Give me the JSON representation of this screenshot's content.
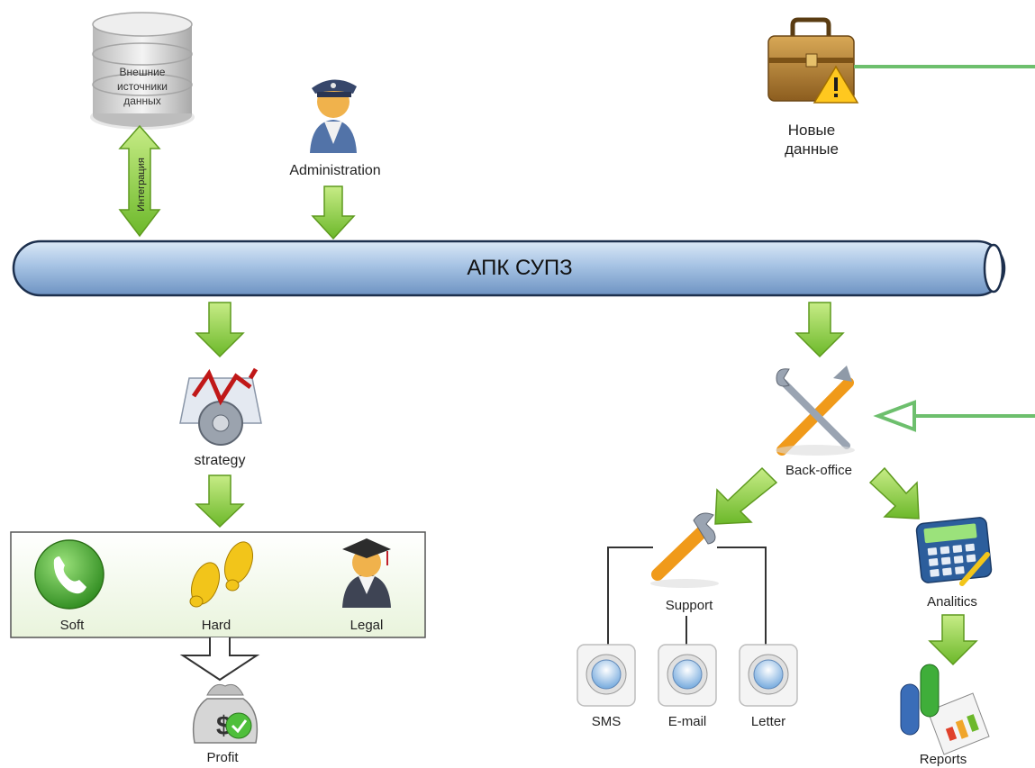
{
  "top": {
    "external_sources": "Внешние источники данных",
    "integration": "Интеграция",
    "administration": "Administration",
    "new_data": "Новые данные"
  },
  "bus": {
    "label": "АПК СУПЗ"
  },
  "left": {
    "strategy": "strategy",
    "soft": "Soft",
    "hard": "Hard",
    "legal": "Legal",
    "profit": "Profit"
  },
  "right": {
    "back_office": "Back-office",
    "support": "Support",
    "sms": "SMS",
    "email": "E-mail",
    "letter": "Letter",
    "analitics": "Analitics",
    "reports": "Reports"
  },
  "colors": {
    "arrow_fill": "#8fce3c",
    "arrow_stroke": "#5e9a1f",
    "bus_fill": "#a9c6e6",
    "bus_stroke": "#1c2f4d",
    "connector_green": "#6dbf6d"
  }
}
